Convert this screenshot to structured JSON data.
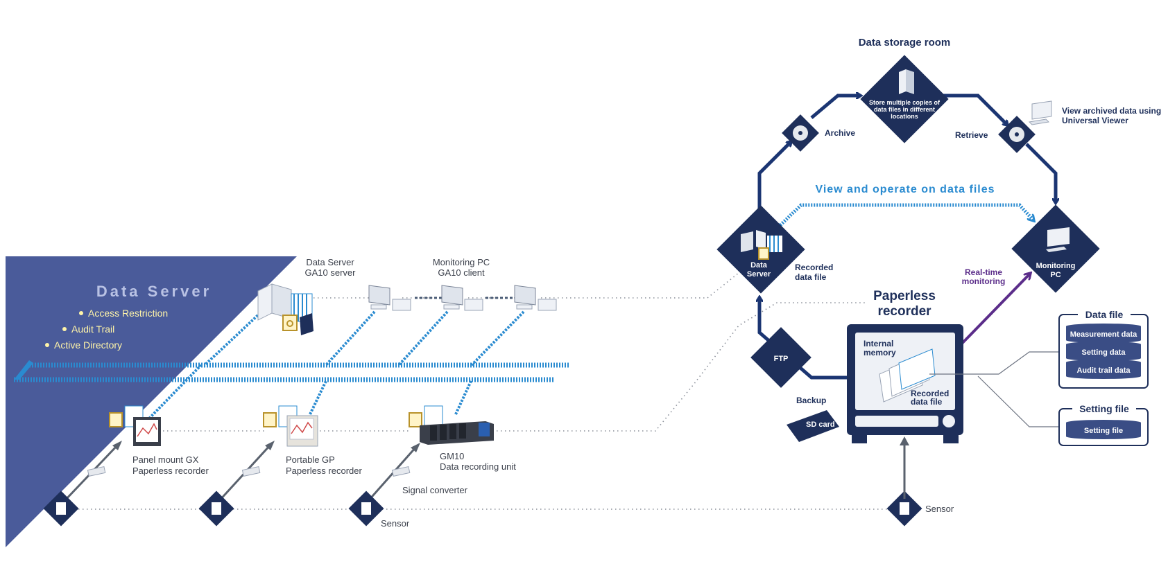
{
  "left_panel": {
    "title": "Data Server",
    "features": [
      "Access Restriction",
      "Audit Trail",
      "Active Directory"
    ]
  },
  "labels": {
    "data_server_l1": "Data Server",
    "data_server_l2": "GA10 server",
    "monitoring_pc_l1": "Monitoring PC",
    "monitoring_pc_l2": "GA10 client",
    "panel_gx_l1": "Panel mount GX",
    "panel_gx_l2": "Paperless recorder",
    "portable_gp_l1": "Portable GP",
    "portable_gp_l2": "Paperless recorder",
    "gm10_l1": "GM10",
    "gm10_l2": "Data recording unit",
    "signal_converter": "Signal converter",
    "sensor_left": "Sensor",
    "sensor_right": "Sensor"
  },
  "right": {
    "data_storage_room": "Data storage room",
    "storage_text": [
      "Store multiple copies of",
      "data files in different",
      "locations"
    ],
    "archive": "Archive",
    "retrieve": "Retrieve",
    "view_archived": [
      "View archived data using",
      "Universal Viewer"
    ],
    "view_operate": "View and operate on data files",
    "data_server_node": [
      "Data",
      "Server"
    ],
    "recorded_data_file": [
      "Recorded",
      "data file"
    ],
    "monitoring_pc_node": [
      "Monitoring",
      "PC"
    ],
    "real_time": [
      "Real-time",
      "monitoring"
    ],
    "paperless_recorder": [
      "Paperless",
      "recorder"
    ],
    "internal_memory": [
      "Internal",
      "memory"
    ],
    "recorded_file_inside": [
      "Recorded",
      "data file"
    ],
    "ftp": "FTP",
    "backup": "Backup",
    "sd_card": "SD card"
  },
  "data_file_box": {
    "title": "Data file",
    "items": [
      "Measurement data",
      "Setting data",
      "Audit trail data"
    ]
  },
  "setting_file_box": {
    "title": "Setting file",
    "items": [
      "Setting file"
    ]
  },
  "colors": {
    "navy": "#1e2f5a",
    "arrow_navy": "#1b3572",
    "panel_blue": "#4a5b9a",
    "accent_blue": "#2a8bd0",
    "purple": "#5b2d8a",
    "feature_yellow": "#fff4a8"
  }
}
